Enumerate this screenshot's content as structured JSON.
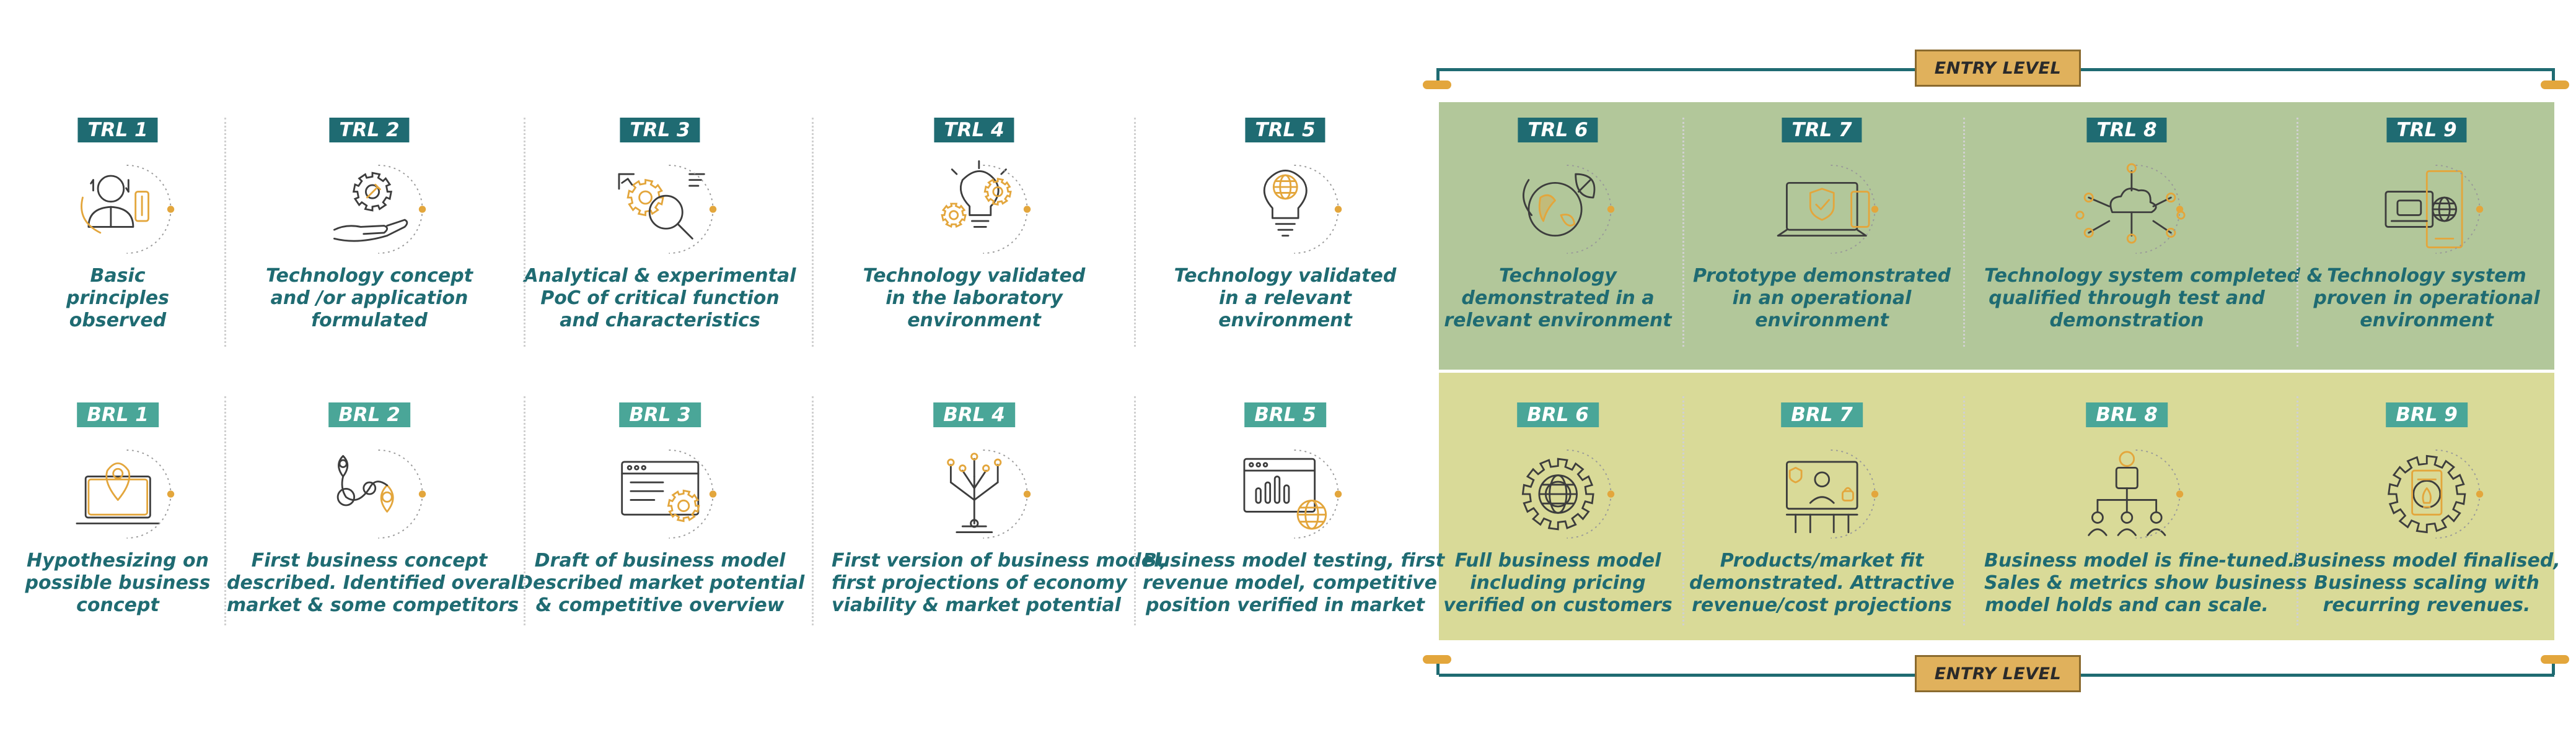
{
  "entry_level_label": "ENTRY LEVEL",
  "colors": {
    "trl_badge": "#1f6b72",
    "brl_badge": "#4aa698",
    "text": "#1f6b72",
    "accent": "#e3a63c",
    "trl_panel": "#b2c79a",
    "brl_panel": "#d9da98"
  },
  "trl": [
    {
      "badge": "TRL 1",
      "icon": "analyst-chart-icon",
      "lines": [
        "Basic",
        "principles",
        "observed"
      ]
    },
    {
      "badge": "TRL 2",
      "icon": "hand-gear-wrench-icon",
      "lines": [
        "Technology concept",
        "and /or application",
        "formulated"
      ]
    },
    {
      "badge": "TRL 3",
      "icon": "magnifier-gear-icon",
      "lines": [
        "Analytical & experimental",
        "PoC of critical function",
        "and characteristics"
      ]
    },
    {
      "badge": "TRL 4",
      "icon": "bulb-gear-icon",
      "lines": [
        "Technology validated",
        "in the laboratory",
        "environment"
      ]
    },
    {
      "badge": "TRL 5",
      "icon": "globe-bulb-icon",
      "lines": [
        "Technology validated",
        "in a relevant",
        "environment"
      ]
    },
    {
      "badge": "TRL 6",
      "icon": "earth-leaves-icon",
      "lines": [
        "Technology",
        "demonstrated in a",
        "relevant environment"
      ]
    },
    {
      "badge": "TRL 7",
      "icon": "laptop-shield-icon",
      "lines": [
        "Prototype demonstrated",
        "in an operational",
        "environment"
      ]
    },
    {
      "badge": "TRL 8",
      "icon": "cloud-network-icon",
      "lines": [
        "Technology system completed &",
        "qualified through test and",
        "demonstration"
      ]
    },
    {
      "badge": "TRL 9",
      "icon": "mobile-globe-icon",
      "lines": [
        "Technology system",
        "proven in operational",
        "environment"
      ]
    }
  ],
  "brl": [
    {
      "badge": "BRL 1",
      "icon": "laptop-pin-icon",
      "lines": [
        "Hypothesizing on",
        "possible business",
        "concept"
      ]
    },
    {
      "badge": "BRL 2",
      "icon": "route-pins-icon",
      "lines": [
        "First business concept",
        "described. Identified overall",
        "market & some competitors"
      ]
    },
    {
      "badge": "BRL 3",
      "icon": "browser-gear-icon",
      "lines": [
        "Draft of business model",
        "Described market potential",
        "& competitive overview"
      ]
    },
    {
      "badge": "BRL 4",
      "icon": "circuit-tree-icon",
      "lines": [
        "First version of business model,",
        "first projections of economy",
        "viability & market potential"
      ]
    },
    {
      "badge": "BRL 5",
      "icon": "browser-chart-globe-icon",
      "lines": [
        "Business model testing, first",
        "revenue model, competitive",
        "position verified in market"
      ]
    },
    {
      "badge": "BRL 6",
      "icon": "gear-globe-icon",
      "lines": [
        "Full business model",
        "including pricing",
        "verified on customers"
      ]
    },
    {
      "badge": "BRL 7",
      "icon": "presentation-board-icon",
      "lines": [
        "Products/market fit",
        "demonstrated. Attractive",
        "revenue/cost projections"
      ]
    },
    {
      "badge": "BRL 8",
      "icon": "org-chart-icon",
      "lines": [
        "Business model is fine-tuned.",
        "Sales & metrics show business",
        "model holds and can scale."
      ]
    },
    {
      "badge": "BRL 9",
      "icon": "gear-document-bulb-icon",
      "lines": [
        "Business model finalised,",
        "Business scaling with",
        "recurring revenues."
      ]
    }
  ]
}
